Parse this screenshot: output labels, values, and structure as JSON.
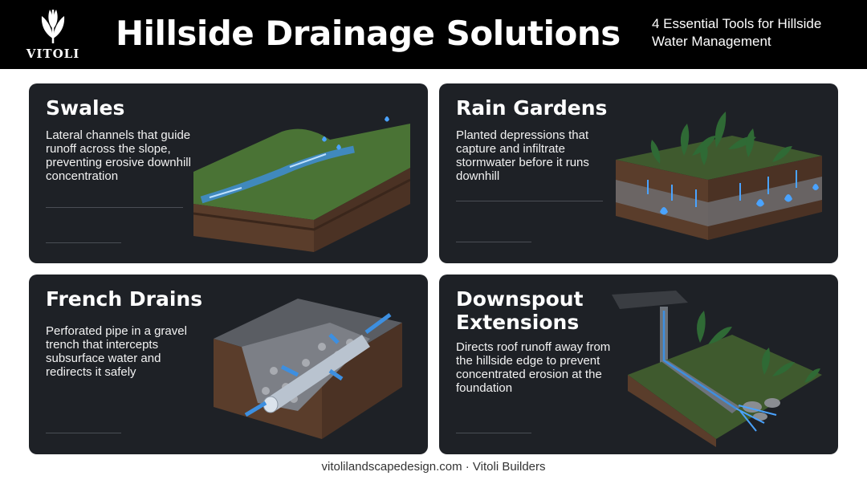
{
  "header": {
    "logo_text": "VITOLI",
    "title": "Hillside Drainage Solutions",
    "subtitle": "4 Essential Tools for Hillside Water Management"
  },
  "cards": [
    {
      "title": "Swales",
      "description": "Lateral channels that guide runoff across the slope, preventing erosive downhill concentration"
    },
    {
      "title": "Rain Gardens",
      "description": "Planted depressions that capture and infiltrate stormwater before it runs downhill"
    },
    {
      "title": "French Drains",
      "description": "Perforated pipe in a gravel trench that intercepts subsurface water and redirects it safely"
    },
    {
      "title": "Downspout Extensions",
      "description": "Directs roof runoff away from the hillside edge to prevent concentrated erosion at the foundation"
    }
  ],
  "footer": {
    "text": "vitolilandscapedesign.com · Vitoli Builders"
  },
  "colors": {
    "header_bg": "#000000",
    "card_bg": "#1e2126",
    "water": "#3d8fe0",
    "grass": "#4f7a3a",
    "soil": "#5a3d2b"
  }
}
